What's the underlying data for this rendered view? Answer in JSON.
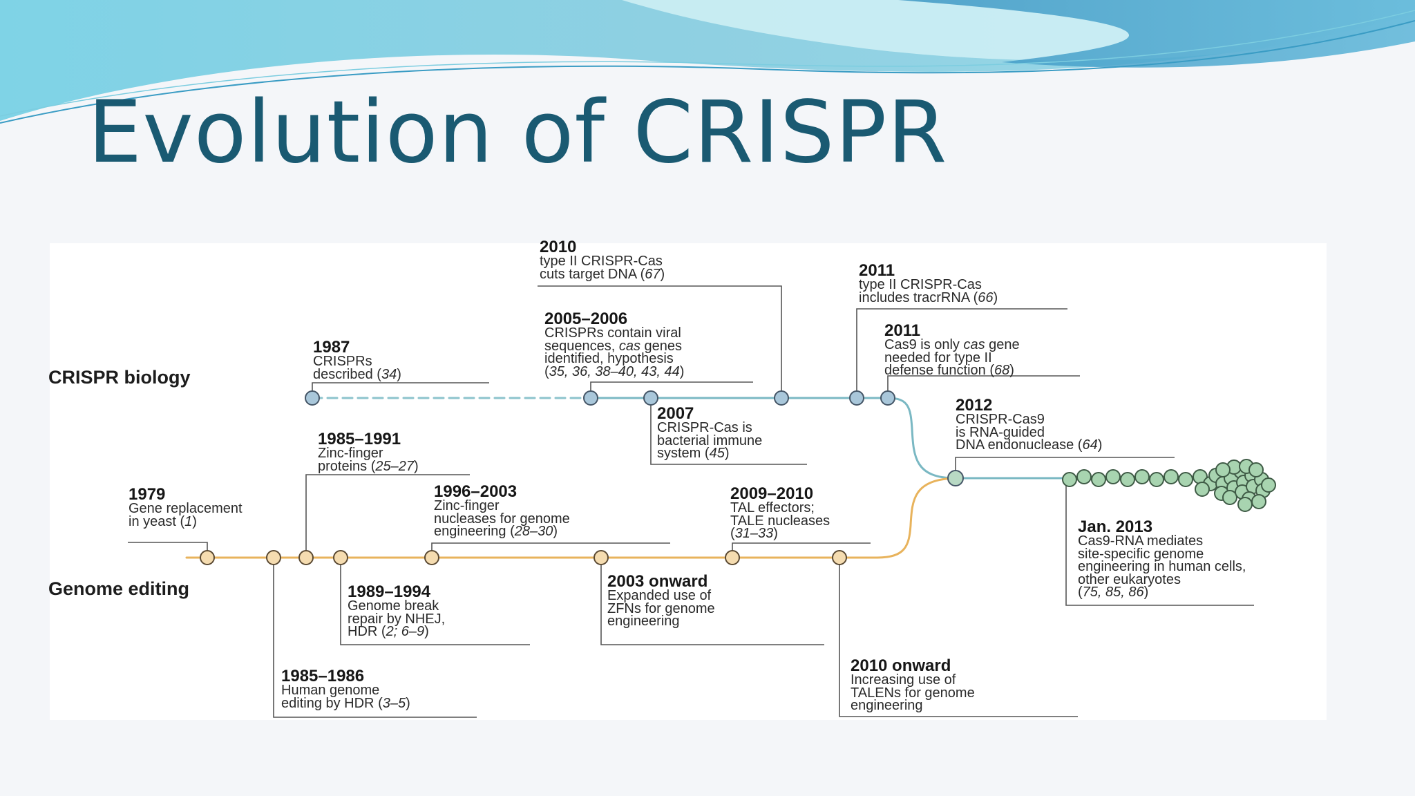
{
  "title": "Evolution of CRISPR",
  "row_labels": {
    "crispr": "CRISPR biology",
    "genome": "Genome editing"
  },
  "colors": {
    "title": "#1a5a72",
    "crispr_line": "#7ab8c3",
    "genome_line": "#e8b35c",
    "crispr_node": "#a9c7da",
    "genome_node": "#f5dcb0",
    "cluster_node": "#a8d4b0",
    "callout_line": "#555555",
    "banner_dark": "#4aa3c9",
    "banner_light": "#bfe7ef"
  },
  "entries": {
    "e2010_cut": {
      "year": "2010",
      "lines": [
        "type II CRISPR-Cas",
        "cuts target DNA (67)"
      ]
    },
    "e2011_tracr": {
      "year": "2011",
      "lines": [
        "type II CRISPR-Cas",
        "includes tracrRNA (66)"
      ]
    },
    "e2005": {
      "year": "2005–2006",
      "lines": [
        "CRISPRs contain viral",
        "sequences, cas genes",
        "identified, hypothesis",
        "(35, 36, 38–40, 43, 44)"
      ]
    },
    "e2011_cas9": {
      "year": "2011",
      "lines": [
        "Cas9 is only cas gene",
        "needed for type II",
        "defense function (68)"
      ]
    },
    "e1987": {
      "year": "1987",
      "lines": [
        "CRISPRs",
        "described (34)"
      ]
    },
    "e2007": {
      "year": "2007",
      "lines": [
        "CRISPR-Cas is",
        "bacterial immune",
        "system (45)"
      ]
    },
    "e2012": {
      "year": "2012",
      "lines": [
        "CRISPR-Cas9",
        "is RNA-guided",
        "DNA endonuclease (64)"
      ]
    },
    "e1985_1991": {
      "year": "1985–1991",
      "lines": [
        "Zinc-finger",
        "proteins (25–27)"
      ]
    },
    "e1979": {
      "year": "1979",
      "lines": [
        "Gene replacement",
        "in yeast (1)"
      ]
    },
    "e1996": {
      "year": "1996–2003",
      "lines": [
        "Zinc-finger",
        "nucleases for genome",
        "engineering (28–30)"
      ]
    },
    "e2009": {
      "year": "2009–2010",
      "lines": [
        "TAL effectors;",
        "TALE nucleases",
        "(31–33)"
      ]
    },
    "e2013": {
      "year": "Jan. 2013",
      "lines": [
        "Cas9-RNA mediates",
        "site-specific genome",
        "engineering in human cells,",
        "other eukaryotes",
        "(75, 85, 86)"
      ]
    },
    "e1989": {
      "year": "1989–1994",
      "lines": [
        "Genome break",
        "repair by NHEJ,",
        "HDR (2; 6–9)"
      ]
    },
    "e2003": {
      "year": "2003 onward",
      "lines": [
        "Expanded use of",
        "ZFNs for genome",
        "engineering"
      ]
    },
    "e1985_1986": {
      "year": "1985–1986",
      "lines": [
        "Human genome",
        "editing by HDR (3–5)"
      ]
    },
    "e2010_onward": {
      "year": "2010 onward",
      "lines": [
        "Increasing use of",
        "TALENs for genome",
        "engineering"
      ]
    }
  }
}
